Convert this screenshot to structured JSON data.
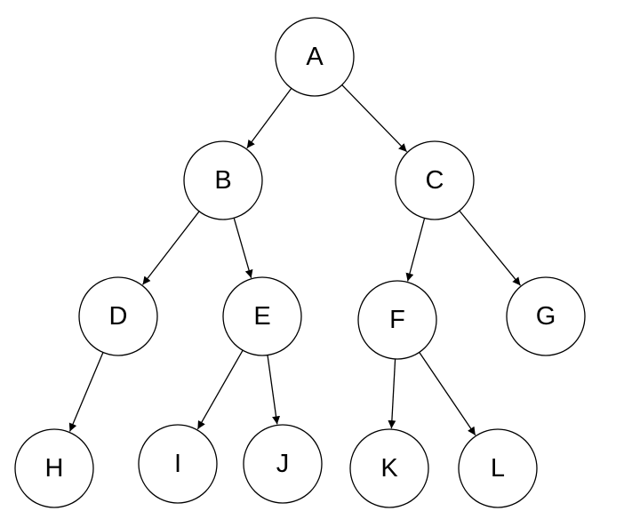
{
  "diagram": {
    "type": "tree",
    "nodes": [
      {
        "id": "A",
        "label": "A"
      },
      {
        "id": "B",
        "label": "B"
      },
      {
        "id": "C",
        "label": "C"
      },
      {
        "id": "D",
        "label": "D"
      },
      {
        "id": "E",
        "label": "E"
      },
      {
        "id": "F",
        "label": "F"
      },
      {
        "id": "G",
        "label": "G"
      },
      {
        "id": "H",
        "label": "H"
      },
      {
        "id": "I",
        "label": "I"
      },
      {
        "id": "J",
        "label": "J"
      },
      {
        "id": "K",
        "label": "K"
      },
      {
        "id": "L",
        "label": "L"
      }
    ],
    "edges": [
      {
        "from": "A",
        "to": "B"
      },
      {
        "from": "A",
        "to": "C"
      },
      {
        "from": "B",
        "to": "D"
      },
      {
        "from": "B",
        "to": "E"
      },
      {
        "from": "C",
        "to": "F"
      },
      {
        "from": "C",
        "to": "G"
      },
      {
        "from": "D",
        "to": "H"
      },
      {
        "from": "E",
        "to": "I"
      },
      {
        "from": "E",
        "to": "J"
      },
      {
        "from": "F",
        "to": "K"
      },
      {
        "from": "F",
        "to": "L"
      }
    ],
    "colors": {
      "stroke": "#000000",
      "fill": "#ffffff",
      "text": "#000000"
    }
  }
}
